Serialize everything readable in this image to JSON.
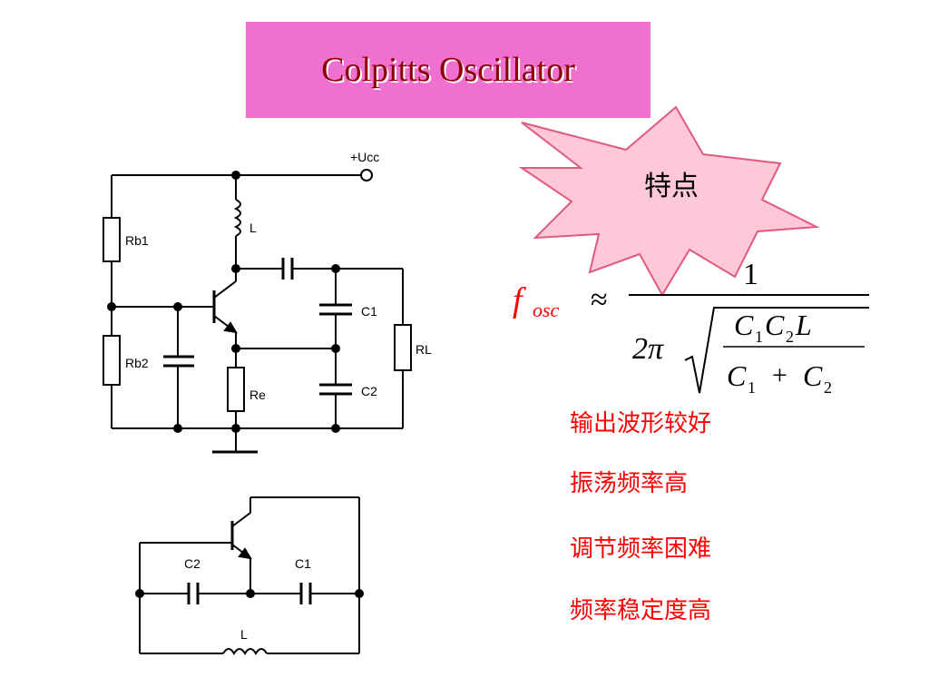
{
  "title": "Colpitts Oscillator",
  "burst_label": "特点",
  "circuit_main": {
    "supply": "+Ucc",
    "rb1": "Rb1",
    "rb2": "Rb2",
    "l": "L",
    "c1": "C1",
    "c2": "C2",
    "re": "Re",
    "rl": "RL"
  },
  "circuit_ac": {
    "c2": "C2",
    "c1": "C1",
    "l": "L"
  },
  "formula": {
    "lhs_f": "f",
    "lhs_sub": "osc",
    "approx": "≈",
    "numerator": "1",
    "two_pi": "2π",
    "num_c": "C",
    "num_c1_sub": "1",
    "num_c2": "C",
    "num_c2_sub": "2",
    "num_l": "L",
    "den_c1": "C",
    "den_c1_sub": "1",
    "plus": "+",
    "den_c2": "C",
    "den_c2_sub": "2"
  },
  "features": [
    "输出波形较好",
    "振荡频率高",
    "调节频率困难",
    "频率稳定度高"
  ],
  "colors": {
    "title_bg": "#f070d0",
    "title_text": "#8b0000",
    "burst_fill": "#ffc8d8",
    "burst_stroke": "#e05a80",
    "feature_text": "#ff0000"
  }
}
